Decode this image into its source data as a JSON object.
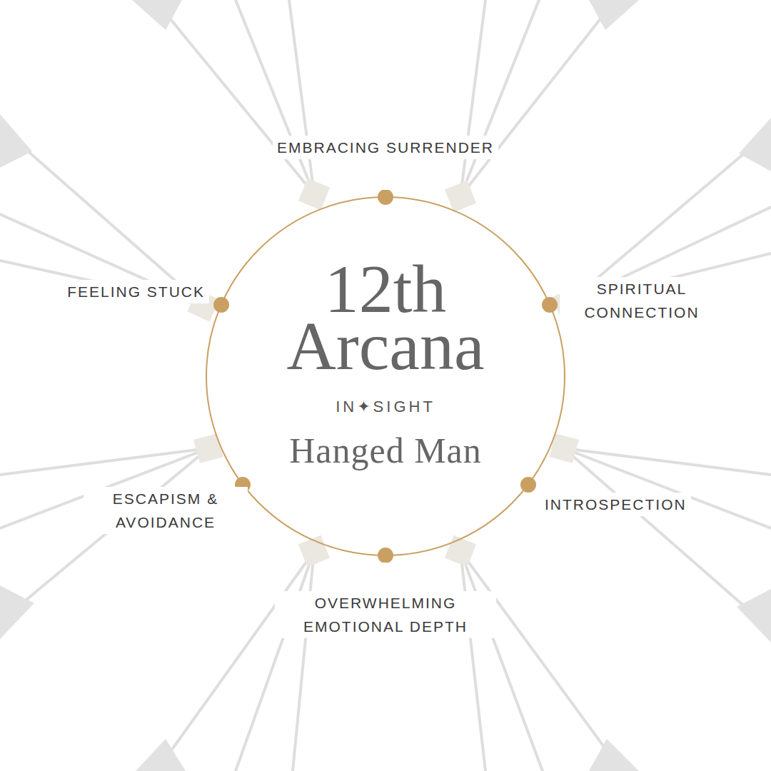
{
  "diagram": {
    "nodes": [
      {
        "text": [
          "12th Arcana",
          "IN✦SIGHT",
          "Hanged Man"
        ]
      }
    ],
    "labels": [
      "EMBRACING SURRENDER",
      "FEELING STUCK",
      "SPIRITUAL CONNECTION",
      "ESCAPISM & AVOIDANCE",
      "INTROSPECTION",
      "OVERWHELMING EMOTIONAL DEPTH"
    ]
  }
}
